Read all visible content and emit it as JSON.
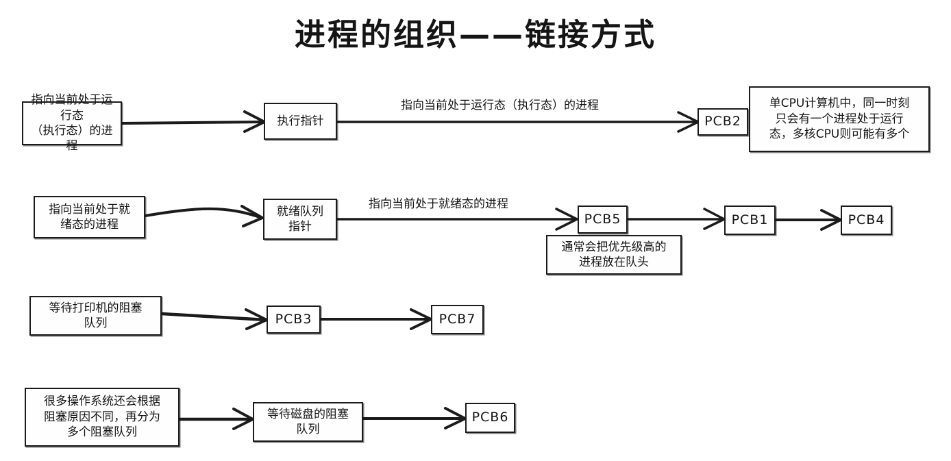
{
  "diagram": {
    "title": "进程的组织——链接方式",
    "rows": [
      {
        "id": "running",
        "nodes": [
          {
            "name": "running-pointer-desc",
            "label": "指向当前处于运行态\n（执行态）的进程"
          },
          {
            "name": "exec-pointer",
            "label": "执行指针"
          },
          {
            "name": "pcb2",
            "label": "PCB2"
          },
          {
            "name": "single-cpu-note",
            "label": "单CPU计算机中，同一时刻\n只会有一个进程处于运行\n态，多核CPU则可能有多个"
          }
        ],
        "edge_labels": [
          {
            "name": "edge-label-running",
            "label": "指向当前处于运行态（执行态）的进程"
          }
        ]
      },
      {
        "id": "ready",
        "nodes": [
          {
            "name": "ready-pointer-desc",
            "label": "指向当前处于就\n绪态的进程"
          },
          {
            "name": "ready-queue-pointer",
            "label": "就绪队列\n指针"
          },
          {
            "name": "pcb5",
            "label": "PCB5"
          },
          {
            "name": "pcb1",
            "label": "PCB1"
          },
          {
            "name": "pcb4",
            "label": "PCB4"
          },
          {
            "name": "priority-note",
            "label": "通常会把优先级高的\n进程放在队头"
          }
        ],
        "edge_labels": [
          {
            "name": "edge-label-ready",
            "label": "指向当前处于就绪态的进程"
          }
        ]
      },
      {
        "id": "printer-blocked",
        "nodes": [
          {
            "name": "printer-blocked-queue",
            "label": "等待打印机的阻塞\n队列"
          },
          {
            "name": "pcb3",
            "label": "PCB3"
          },
          {
            "name": "pcb7",
            "label": "PCB7"
          }
        ],
        "edge_labels": []
      },
      {
        "id": "disk-blocked",
        "nodes": [
          {
            "name": "blocked-reason-note",
            "label": "很多操作系统还会根据\n阻塞原因不同，再分为\n多个阻塞队列"
          },
          {
            "name": "disk-blocked-queue",
            "label": "等待磁盘的阻塞\n队列"
          },
          {
            "name": "pcb6",
            "label": "PCB6"
          }
        ],
        "edge_labels": []
      }
    ]
  },
  "colors": {
    "ink": "#1b1b1b",
    "paper": "#ffffff"
  }
}
